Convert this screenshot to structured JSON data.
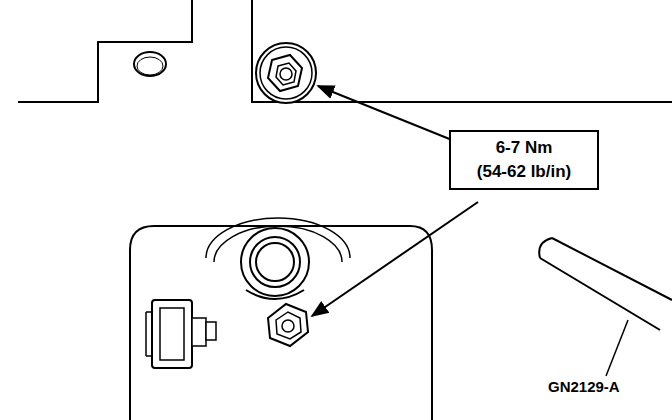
{
  "diagram": {
    "nodes": [
      {
        "text": [
          "6-7 Nm",
          "(54-62 lb/in)"
        ]
      }
    ],
    "labels": [
      "GN2129-A"
    ]
  }
}
